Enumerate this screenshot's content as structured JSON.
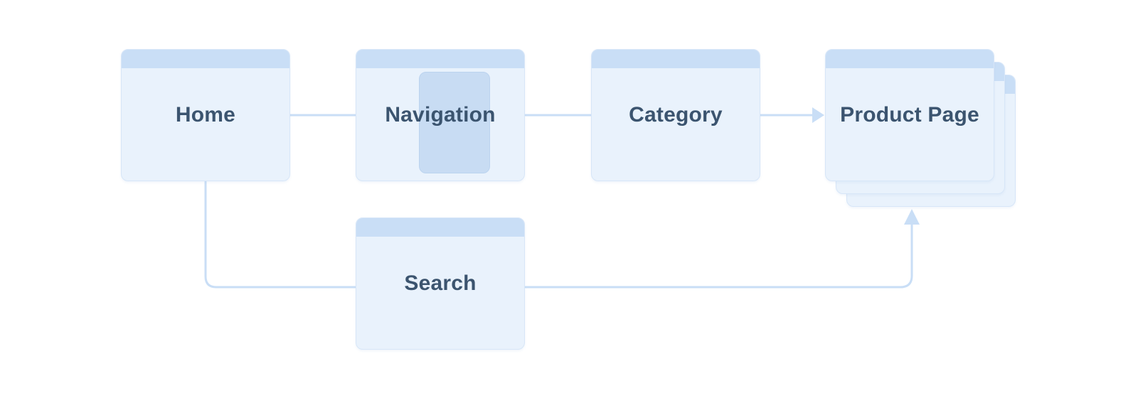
{
  "diagram": {
    "type": "user-flow",
    "description": "Website navigation flow diagram with browser-window shaped nodes"
  },
  "nodes": {
    "home": {
      "label": "Home"
    },
    "navigation": {
      "label": "Navigation",
      "detail": "highlighted-menu-panel"
    },
    "category": {
      "label": "Category"
    },
    "product": {
      "label": "Product Page",
      "detail": "stacked-pages-x3"
    },
    "search": {
      "label": "Search"
    }
  },
  "edges": [
    {
      "from": "home",
      "to": "navigation",
      "arrow": false
    },
    {
      "from": "navigation",
      "to": "category",
      "arrow": false
    },
    {
      "from": "category",
      "to": "product",
      "arrow": true
    },
    {
      "from": "home",
      "to": "search",
      "arrow": false
    },
    {
      "from": "search",
      "to": "product",
      "arrow": true
    }
  ],
  "colors": {
    "card_header": "#c9def6",
    "card_body": "#e9f2fc",
    "card_border": "#d7e6f8",
    "nav_highlight": "#c5daf3",
    "nav_highlight_border": "#b7d0ee",
    "connector": "#c9def6",
    "label_text": "#3b546f",
    "background": "#ffffff"
  }
}
